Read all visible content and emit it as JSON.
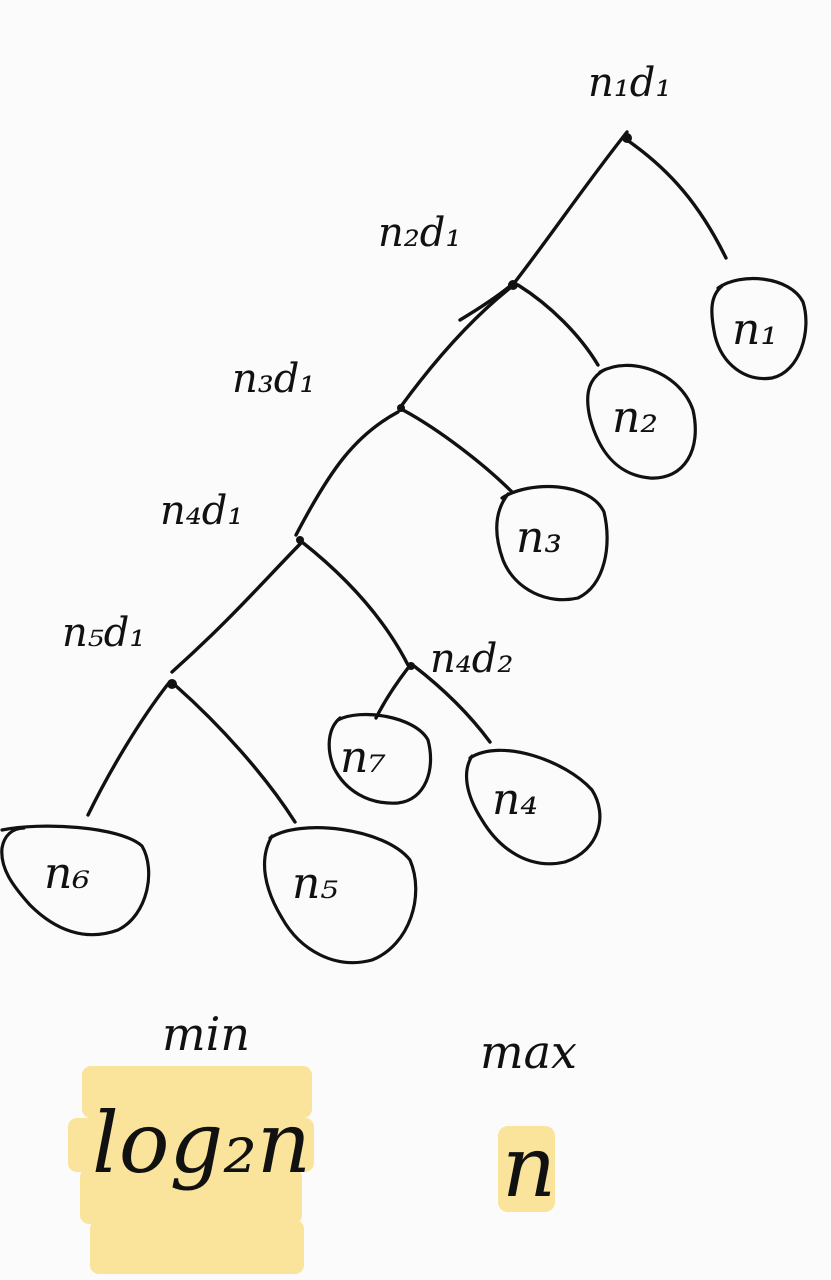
{
  "diagram": {
    "internal_nodes": [
      {
        "id": "r",
        "label": "n₁d₁"
      },
      {
        "id": "a",
        "label": "n₂d₁"
      },
      {
        "id": "b",
        "label": "n₃d₁"
      },
      {
        "id": "c",
        "label": "n₄d₁"
      },
      {
        "id": "d",
        "label": "n₅d₁"
      },
      {
        "id": "e",
        "label": "n₄d₂"
      }
    ],
    "leaves": [
      {
        "id": "l1",
        "label": "n₁"
      },
      {
        "id": "l2",
        "label": "n₂"
      },
      {
        "id": "l3",
        "label": "n₃"
      },
      {
        "id": "l7",
        "label": "n₇"
      },
      {
        "id": "l4",
        "label": "n₄"
      },
      {
        "id": "l6",
        "label": "n₆"
      },
      {
        "id": "l5",
        "label": "n₅"
      }
    ],
    "edges": [
      [
        "r",
        "a"
      ],
      [
        "r",
        "l1"
      ],
      [
        "a",
        "b"
      ],
      [
        "a",
        "l2"
      ],
      [
        "b",
        "c"
      ],
      [
        "b",
        "l3"
      ],
      [
        "c",
        "d"
      ],
      [
        "c",
        "e"
      ],
      [
        "e",
        "l7"
      ],
      [
        "e",
        "l4"
      ],
      [
        "d",
        "l6"
      ],
      [
        "d",
        "l5"
      ]
    ]
  },
  "bounds": {
    "min_label": "min",
    "min_value": "log₂n",
    "max_label": "max",
    "max_value": "n"
  },
  "colors": {
    "ink": "#111111",
    "highlight": "#fae39a",
    "background": "#fbfbfb"
  }
}
